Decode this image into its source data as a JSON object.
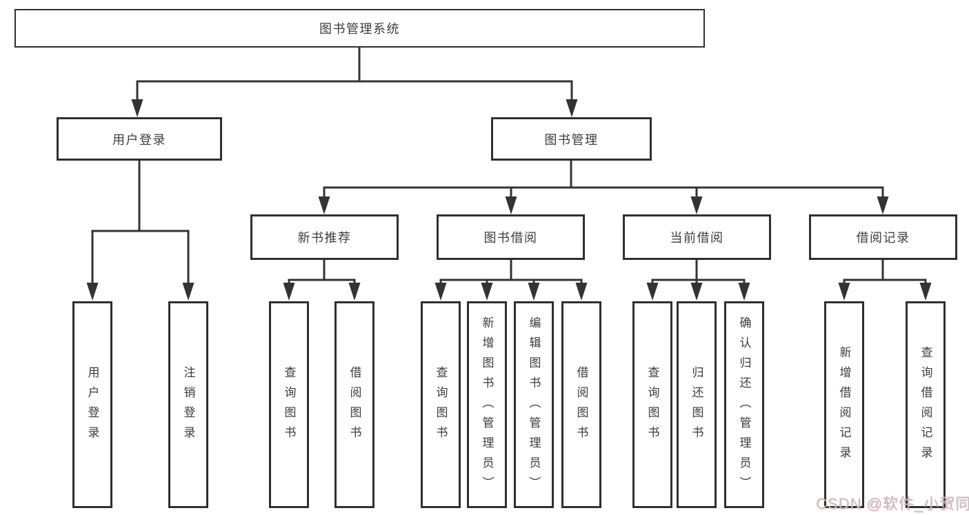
{
  "tree": {
    "root": "图书管理系统",
    "children": [
      {
        "label": "用户登录",
        "children": [
          "用户登录",
          "注销登录"
        ]
      },
      {
        "label": "图书管理",
        "children": [
          {
            "label": "新书推荐",
            "children": [
              "查询图书",
              "借阅图书"
            ]
          },
          {
            "label": "图书借阅",
            "children": [
              "查询图书",
              "新增图书（管理员）",
              "编辑图书（管理员）",
              "借阅图书"
            ]
          },
          {
            "label": "当前借阅",
            "children": [
              "查询图书",
              "归还图书",
              "确认归还（管理员）"
            ]
          },
          {
            "label": "借阅记录",
            "children": [
              "新增借阅记录",
              "查询借阅记录"
            ]
          }
        ]
      }
    ]
  },
  "watermark": "CSDN @软件_小贺同学",
  "colors": {
    "line": "#333333",
    "box_border": "#2f2f2f",
    "text": "#3c3c3c",
    "watermark": "#c2c2c2",
    "background": "#ffffff"
  }
}
